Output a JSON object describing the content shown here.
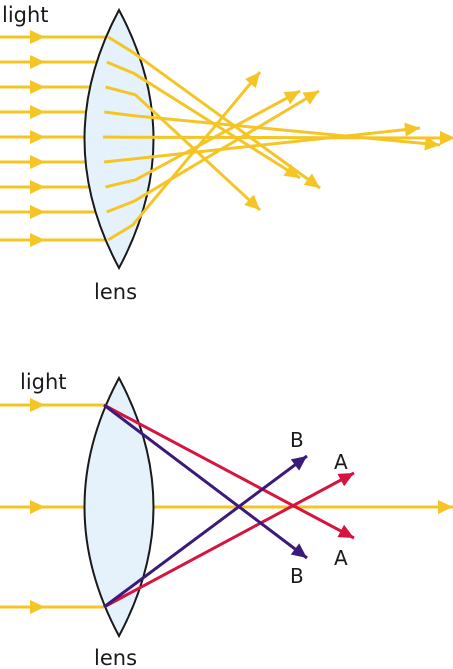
{
  "colors": {
    "light_ray": "#f5c526",
    "ray_a": "#d6143f",
    "ray_b": "#3b1a7a",
    "lens_fill": "#e6f2fb",
    "lens_stroke": "#1a1a1a"
  },
  "top_diagram": {
    "light_label": "light",
    "lens_label": "lens"
  },
  "bottom_diagram": {
    "light_label": "light",
    "lens_label": "lens",
    "label_b_upper": "B",
    "label_a_upper": "A",
    "label_a_lower": "A",
    "label_b_lower": "B"
  }
}
